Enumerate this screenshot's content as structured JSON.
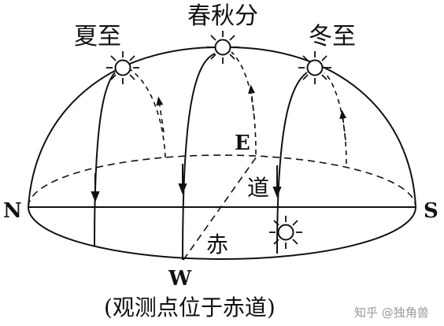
{
  "labels": {
    "summer": "夏至",
    "equinox": "春秋分",
    "winter": "冬至",
    "north": "N",
    "south": "S",
    "east": "E",
    "west": "W",
    "equator_char_1": "道",
    "equator_char_2": "赤"
  },
  "caption": "(观测点位于赤道)",
  "watermark": "知乎 @独角兽",
  "colors": {
    "ink": "#111111",
    "background": "#ffffff",
    "watermark": "#9a9a9a"
  }
}
